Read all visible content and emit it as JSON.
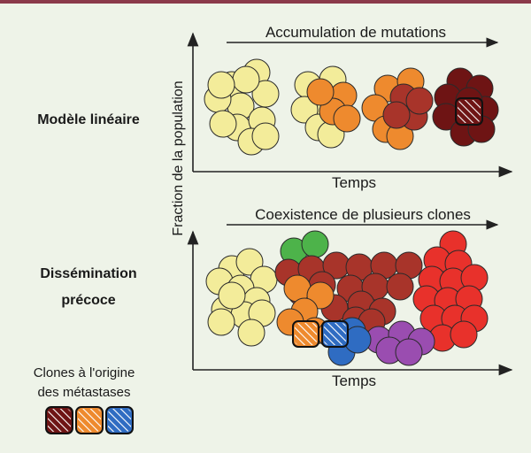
{
  "top_panel": {
    "row_label": "Modèle linéaire",
    "arrow_label": "Accumulation de mutations",
    "x_axis_label": "Temps"
  },
  "bottom_panel": {
    "row_label_line1": "Dissémination",
    "row_label_line2": "précoce",
    "arrow_label": "Coexistence de plusieurs clones",
    "x_axis_label": "Temps"
  },
  "y_axis_label": "Fraction de la population",
  "legend": {
    "title_line1": "Clones à l'origine",
    "title_line2": "des métastases",
    "swatches": [
      {
        "name": "dark-red-clone",
        "color": "#6e1414"
      },
      {
        "name": "orange-clone",
        "color": "#ee8a2e"
      },
      {
        "name": "blue-clone",
        "color": "#2f6cc2"
      }
    ]
  },
  "colors": {
    "yellow": "#f3ec9a",
    "light_orange": "#f2a642",
    "orange": "#ee8a2e",
    "rust": "#c2451f",
    "brick": "#a8342a",
    "dark_red": "#6e1414",
    "red": "#e8312b",
    "green": "#4db34a",
    "blue": "#2f6cc2",
    "purple": "#9a4db0"
  }
}
